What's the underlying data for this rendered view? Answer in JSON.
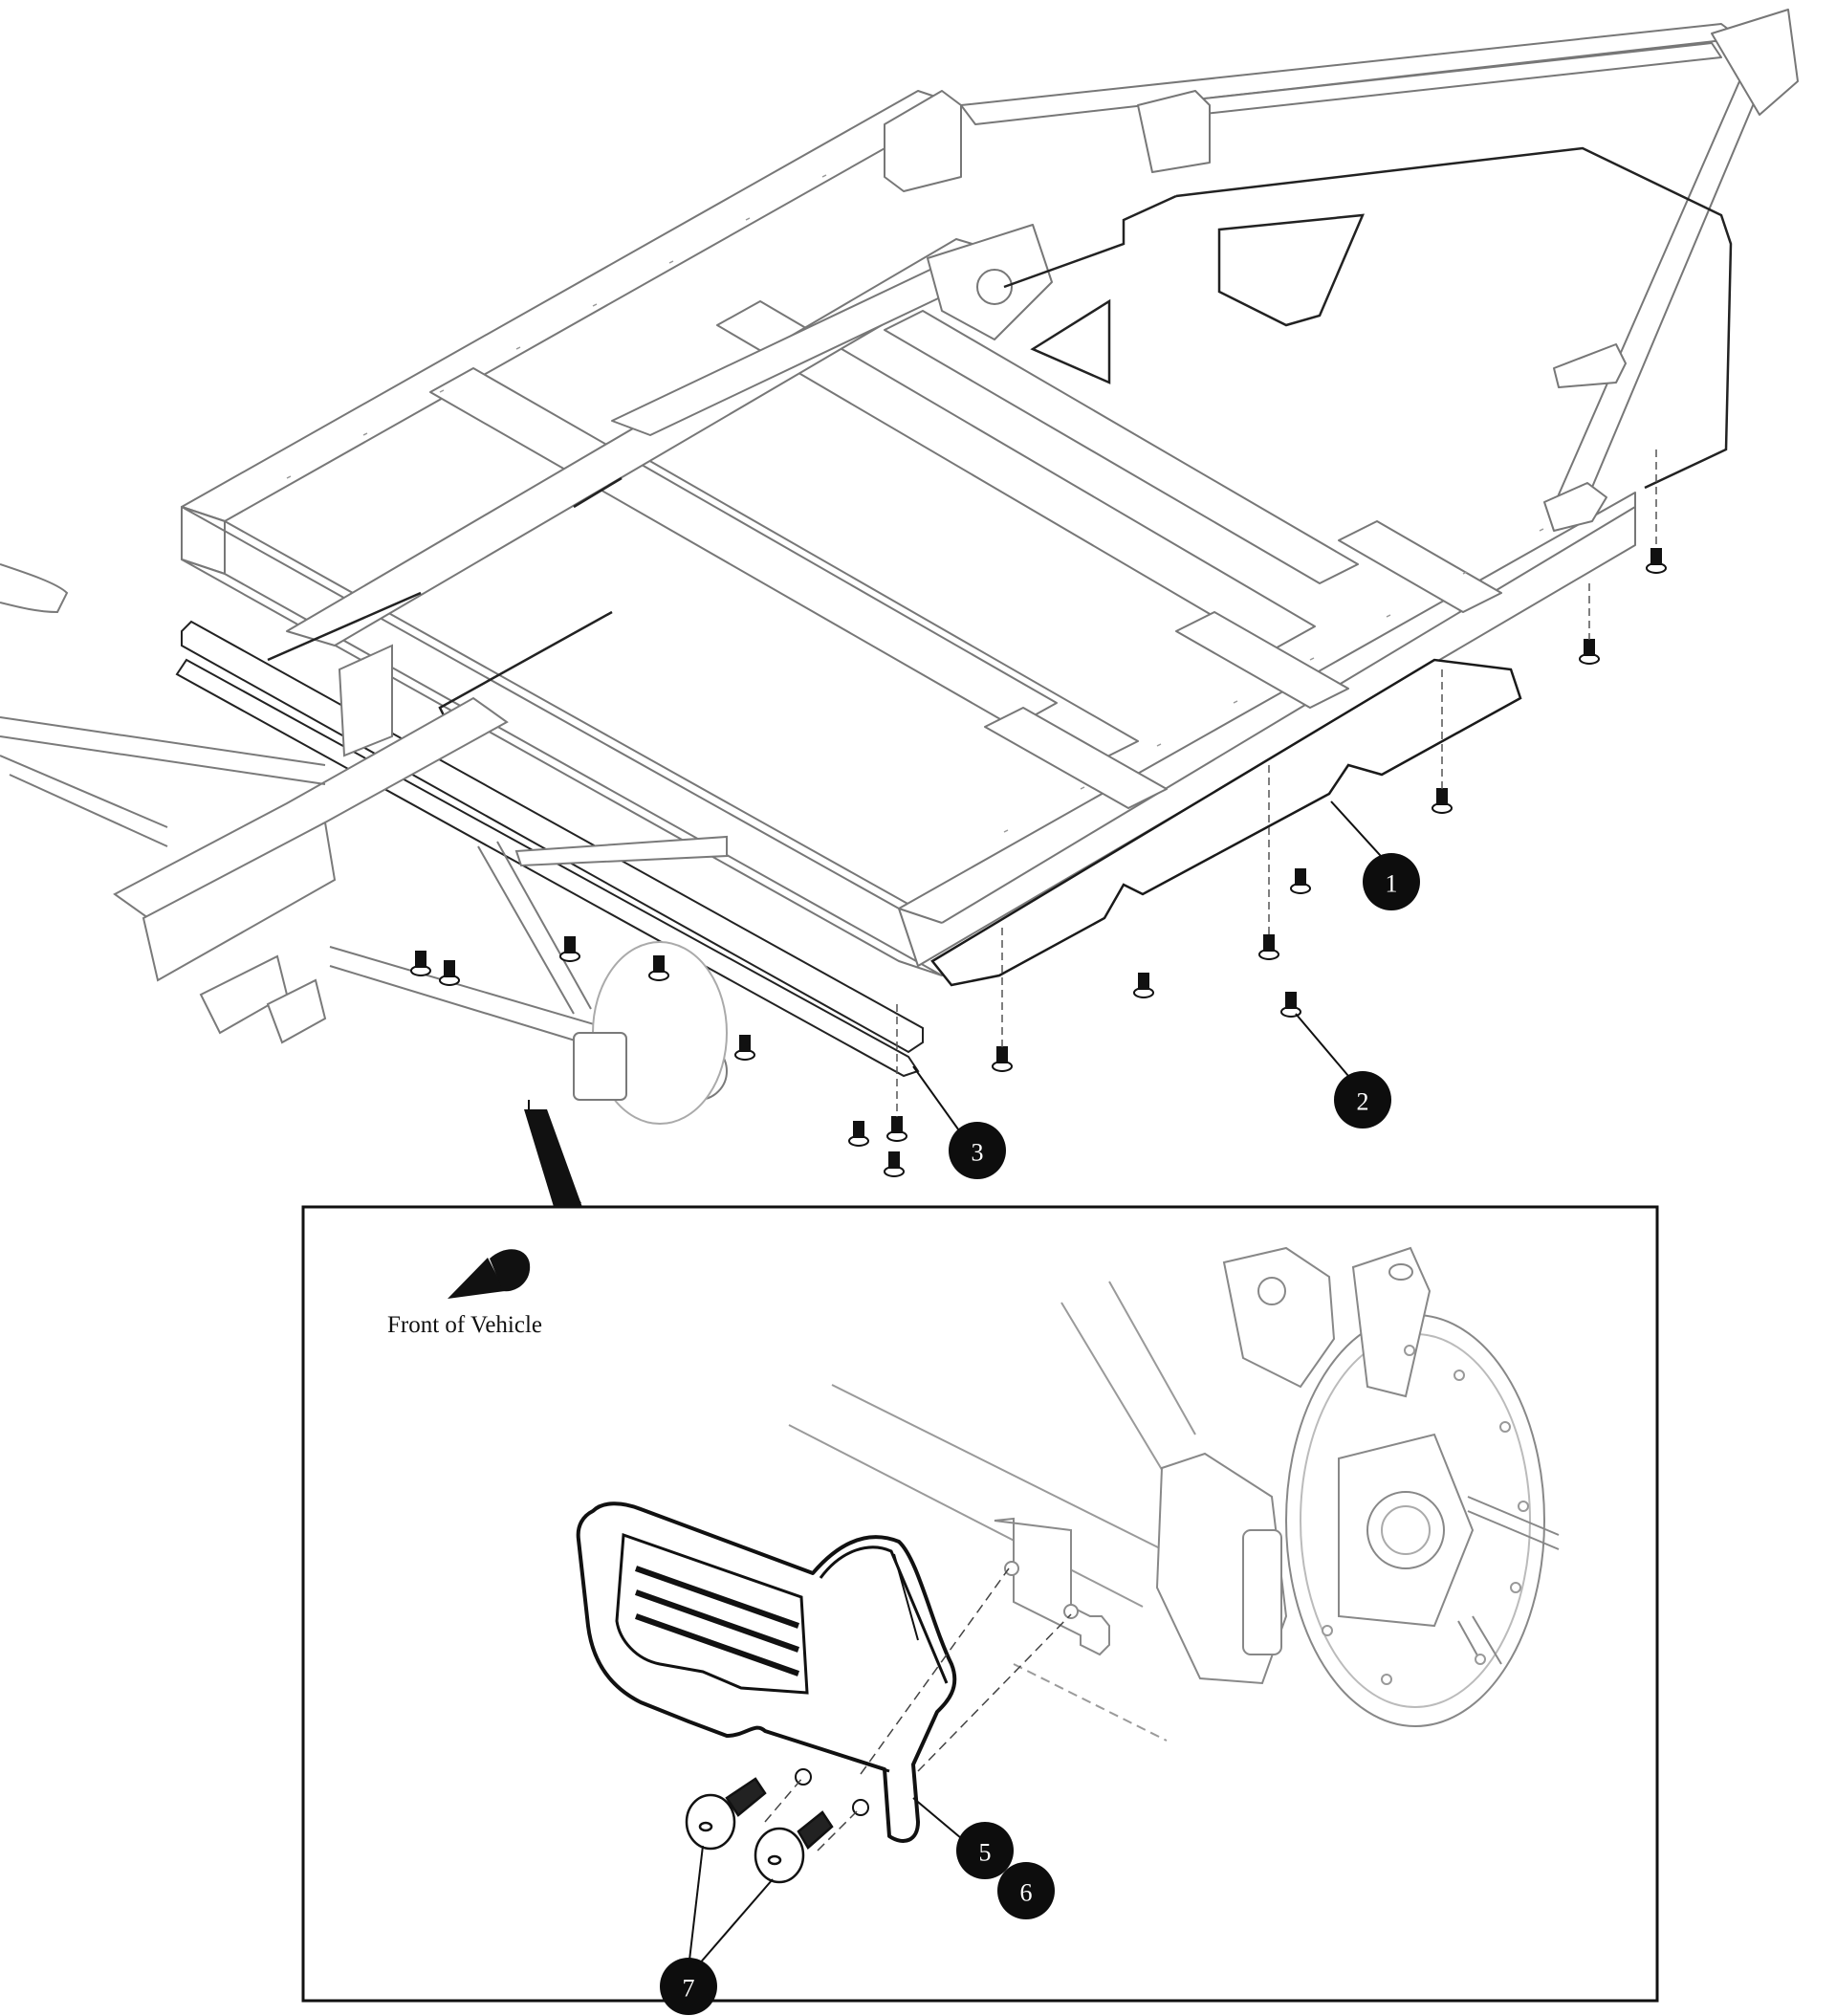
{
  "inset": {
    "front_label": "Front of Vehicle"
  },
  "callouts": [
    {
      "id": "c1",
      "label": "1"
    },
    {
      "id": "c2",
      "label": "2"
    },
    {
      "id": "c3",
      "label": "3"
    },
    {
      "id": "c5",
      "label": "5"
    },
    {
      "id": "c6",
      "label": "6"
    },
    {
      "id": "c7",
      "label": "7"
    }
  ],
  "colors": {
    "line": "#333333",
    "light_line": "#8a8a8a",
    "callout_fill": "#0d0d0d",
    "callout_text": "#ffffff",
    "background": "#ffffff"
  }
}
